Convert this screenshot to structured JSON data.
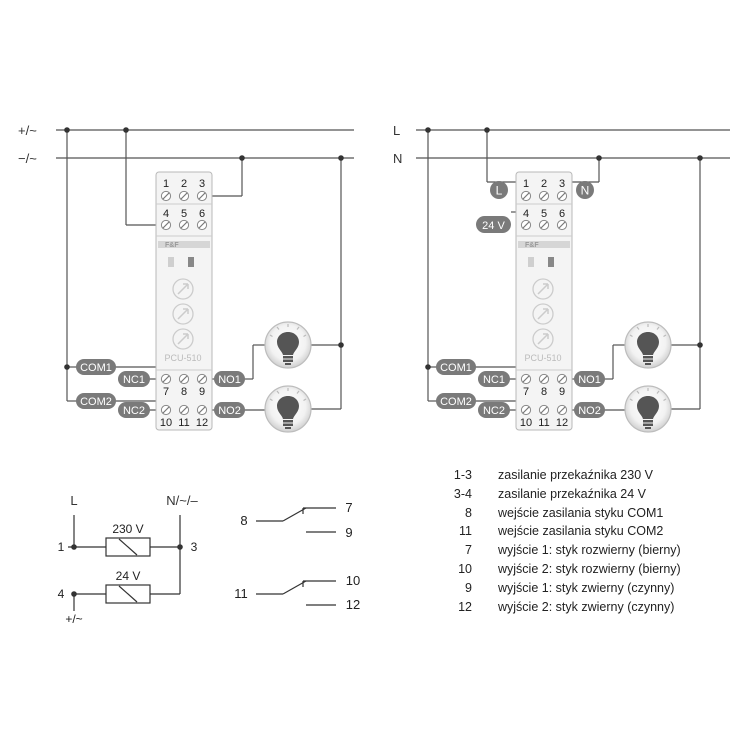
{
  "colors": {
    "wire": "#555555",
    "tag_fill": "#7a7a7a",
    "tag_text": "#ffffff",
    "device_body": "#f4f4f4",
    "device_border": "#b8b8b8",
    "device_print": "#c7c7c7"
  },
  "icons": {
    "lamp": "light-bulb-icon",
    "terminal": "screw-terminal-icon",
    "relay_coil": "relay-coil-icon",
    "contact": "changeover-contact-icon"
  },
  "left_diagram": {
    "rail_top": "+/~",
    "rail_bottom": "−/~",
    "terminals_top": [
      "1",
      "2",
      "3"
    ],
    "terminals_mid": [
      "4",
      "5",
      "6"
    ],
    "terminals_low": [
      "7",
      "8",
      "9"
    ],
    "terminals_bottom": [
      "10",
      "11",
      "12"
    ],
    "device_model": "PCU-510",
    "tags": {
      "com1": "COM1",
      "com2": "COM2",
      "nc1": "NC1",
      "nc2": "NC2",
      "no1": "NO1",
      "no2": "NO2"
    }
  },
  "right_diagram": {
    "rail_top": "L",
    "rail_bottom": "N",
    "terminals_top": [
      "1",
      "2",
      "3"
    ],
    "terminals_mid": [
      "4",
      "5",
      "6"
    ],
    "terminals_low": [
      "7",
      "8",
      "9"
    ],
    "terminals_bottom": [
      "10",
      "11",
      "12"
    ],
    "device_model": "PCU-510",
    "tag_l": "L",
    "tag_n": "N",
    "tag_24v": "24 V",
    "tags": {
      "com1": "COM1",
      "com2": "COM2",
      "nc1": "NC1",
      "nc2": "NC2",
      "no1": "NO1",
      "no2": "NO2"
    }
  },
  "coil_schematic": {
    "label_l": "L",
    "label_n": "N/~/–",
    "coil_230": "230 V",
    "coil_24": "24 V",
    "t1": "1",
    "t3": "3",
    "t4": "4",
    "supply_dc": "+/~"
  },
  "contact_schematic": {
    "c8": "8",
    "c7": "7",
    "c9": "9",
    "c11": "11",
    "c10": "10",
    "c12": "12"
  },
  "legend": [
    {
      "code": "1-3",
      "desc": "zasilanie przekaźnika 230 V"
    },
    {
      "code": "3-4",
      "desc": "zasilanie przekaźnika 24 V"
    },
    {
      "code": "8",
      "desc": "wejście zasilania styku COM1"
    },
    {
      "code": "11",
      "desc": "wejście zasilania styku COM2"
    },
    {
      "code": "7",
      "desc": "wyjście 1: styk rozwierny (bierny)"
    },
    {
      "code": "10",
      "desc": "wyjście 2: styk rozwierny (bierny)"
    },
    {
      "code": "9",
      "desc": "wyjście 1: styk zwierny (czynny)"
    },
    {
      "code": "12",
      "desc": "wyjście 2: styk zwierny (czynny)"
    }
  ]
}
